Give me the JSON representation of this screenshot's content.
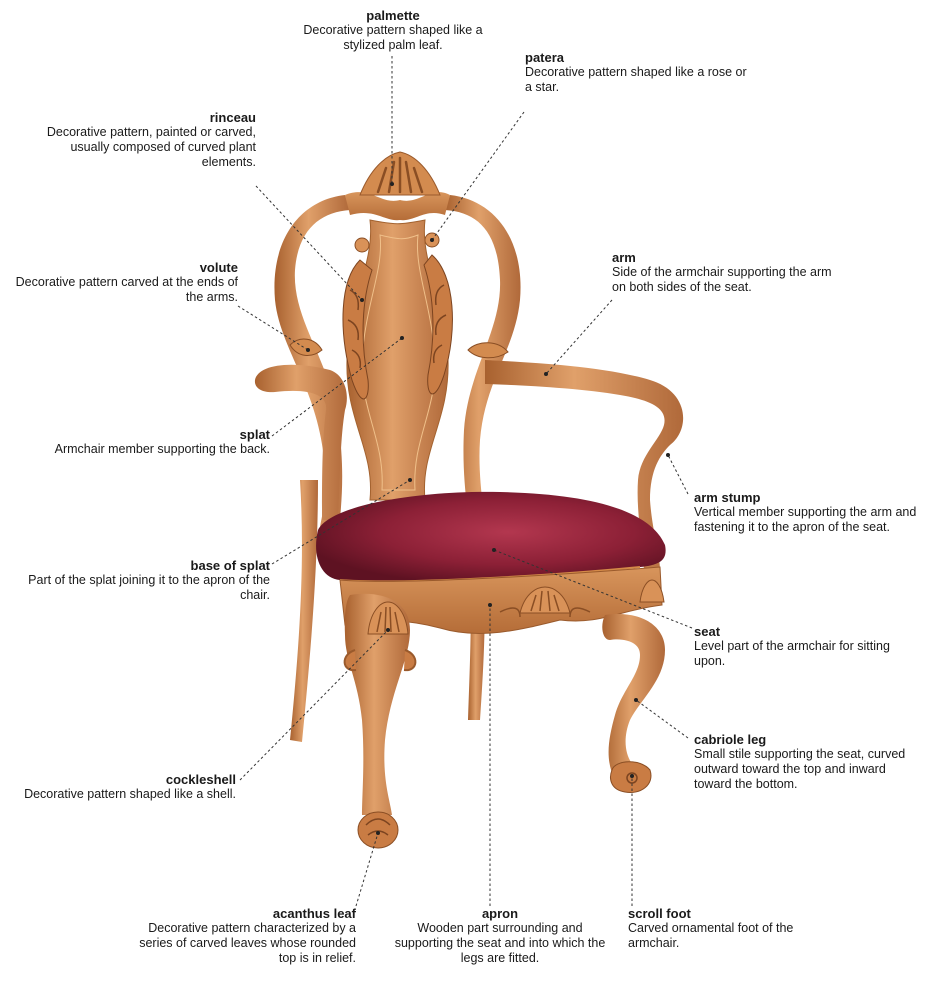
{
  "labels": {
    "palmette": {
      "term": "palmette",
      "desc": "Decorative pattern shaped like a stylized palm leaf."
    },
    "patera": {
      "term": "patera",
      "desc": "Decorative pattern shaped like a rose or a star."
    },
    "rinceau": {
      "term": "rinceau",
      "desc": "Decorative pattern, painted or carved, usually composed of curved plant elements."
    },
    "volute": {
      "term": "volute",
      "desc": "Decorative pattern carved at the ends of the arms."
    },
    "arm": {
      "term": "arm",
      "desc": "Side of the armchair supporting the arm on both sides of the seat."
    },
    "splat": {
      "term": "splat",
      "desc": "Armchair member supporting the back."
    },
    "arm_stump": {
      "term": "arm stump",
      "desc": "Vertical member supporting the arm and fastening it to the apron of the seat."
    },
    "base_of_splat": {
      "term": "base of splat",
      "desc": "Part of the splat joining it to the apron of the chair."
    },
    "seat": {
      "term": "seat",
      "desc": "Level part of the armchair for sitting upon."
    },
    "cabriole_leg": {
      "term": "cabriole leg",
      "desc": "Small stile supporting the seat, curved outward toward the top and inward toward the bottom."
    },
    "cockleshell": {
      "term": "cockleshell",
      "desc": "Decorative pattern shaped like a shell."
    },
    "acanthus_leaf": {
      "term": "acanthus leaf",
      "desc": "Decorative pattern characterized by a series of carved leaves whose rounded top is in relief."
    },
    "apron": {
      "term": "apron",
      "desc": "Wooden part surrounding and supporting the seat and into which the legs are fitted."
    },
    "scroll_foot": {
      "term": "scroll foot",
      "desc": "Carved ornamental foot of the armchair."
    }
  },
  "colors": {
    "wood": "#c9824a",
    "wood_light": "#e3a46e",
    "wood_dark": "#9a5a2c",
    "seat": "#8a1f33",
    "seat_light": "#b23a50"
  }
}
